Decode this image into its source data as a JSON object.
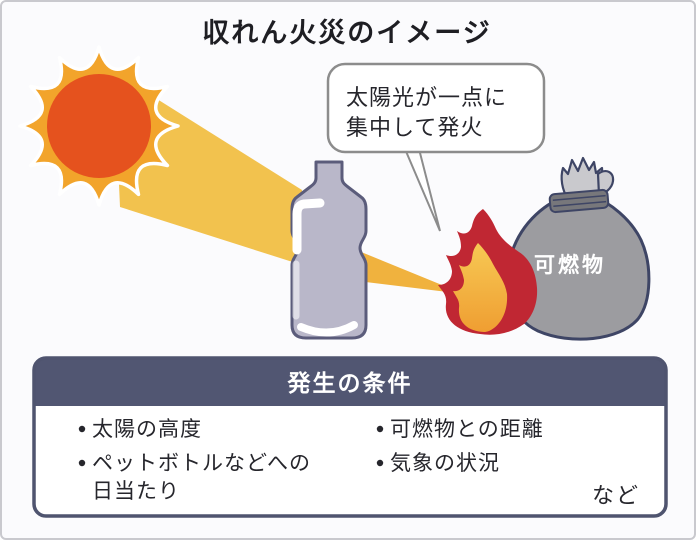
{
  "title": "収れん火災のイメージ",
  "speech_bubble": {
    "line1": "太陽光が一点に",
    "line2": "集中して発火"
  },
  "bag": {
    "label": "可燃物"
  },
  "conditions_box": {
    "header": "発生の条件",
    "rows_left": [
      "太陽の高度",
      "ペットボトルなどへの",
      "日当たり"
    ],
    "rows_right": [
      "可燃物との距離",
      "気象の状況"
    ],
    "etc_label": "など"
  },
  "palette": {
    "sun_core": "#E5521E",
    "sun_corona": "#F2A42B",
    "beam_incoming": "#F2C24E",
    "beam_converging": "#F0B23E",
    "bottle_fill": "#B9B7C9",
    "bottle_stroke": "#5B5C7B",
    "flame_outer": "#C02733",
    "flame_inner_top": "#F7CA55",
    "flame_inner_bottom": "#EF9D31",
    "bag_fill": "#9C9CA0",
    "bag_knot_fill": "#C9C9CD",
    "bag_stroke": "#3E4565",
    "box_border": "#4F546F",
    "header_bg": "#515672",
    "bubble_border": "#8C8C8C",
    "text_dark": "#26262C"
  }
}
